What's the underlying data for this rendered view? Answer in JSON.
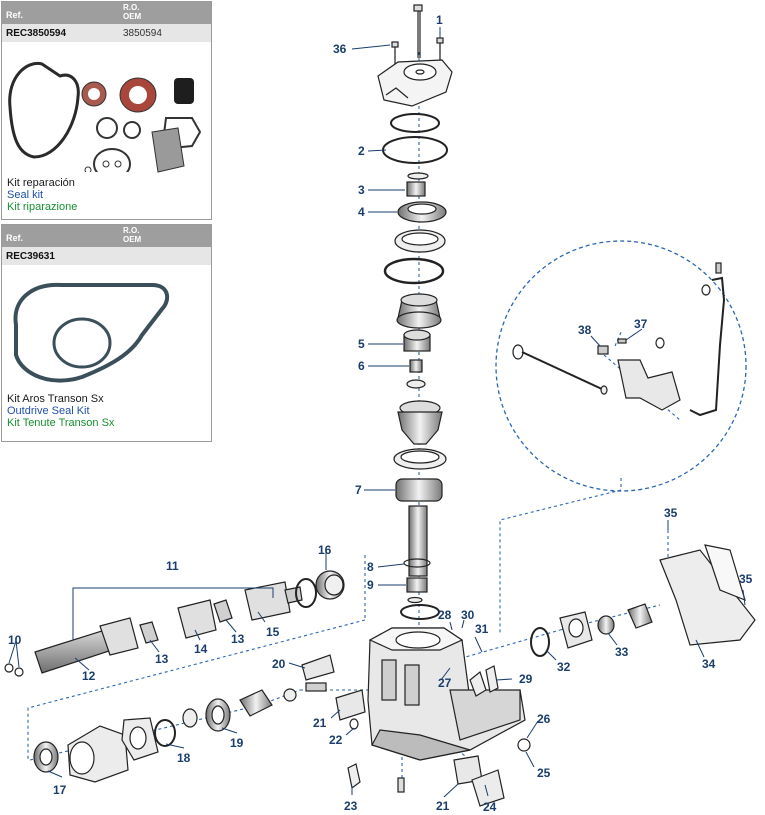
{
  "kits": [
    {
      "ref_label": "Ref.",
      "ro_label": "R.O.",
      "oem_label": "OEM",
      "code": "REC3850594",
      "oem": "3850594",
      "name_es": "Kit reparación",
      "name_en": "Seal kit",
      "name_it": "Kit riparazione"
    },
    {
      "ref_label": "Ref.",
      "ro_label": "R.O.",
      "oem_label": "OEM",
      "code": "REC39631",
      "oem": "",
      "name_es": "Kit Aros Transon Sx",
      "name_en": "Outdrive Seal Kit",
      "name_it": "Kit Tenute Transon Sx"
    }
  ],
  "callouts": {
    "n1": "1",
    "n2": "2",
    "n3": "3",
    "n4": "4",
    "n5": "5",
    "n6": "6",
    "n7": "7",
    "n8": "8",
    "n9": "9",
    "n10": "10",
    "n11": "11",
    "n12": "12",
    "n13a": "13",
    "n13b": "13",
    "n14": "14",
    "n15": "15",
    "n16": "16",
    "n17": "17",
    "n18": "18",
    "n19": "19",
    "n20": "20",
    "n21a": "21",
    "n21b": "21",
    "n22": "22",
    "n23": "23",
    "n24": "24",
    "n25": "25",
    "n26": "26",
    "n27": "27",
    "n28": "28",
    "n29": "29",
    "n30": "30",
    "n31": "31",
    "n32": "32",
    "n33": "33",
    "n34": "34",
    "n35a": "35",
    "n35b": "35",
    "n36": "36",
    "n37": "37",
    "n38": "38"
  },
  "colors": {
    "callout": "#1a3d6d",
    "leader": "#2a66b0",
    "header_bg": "#9e9e9e"
  }
}
